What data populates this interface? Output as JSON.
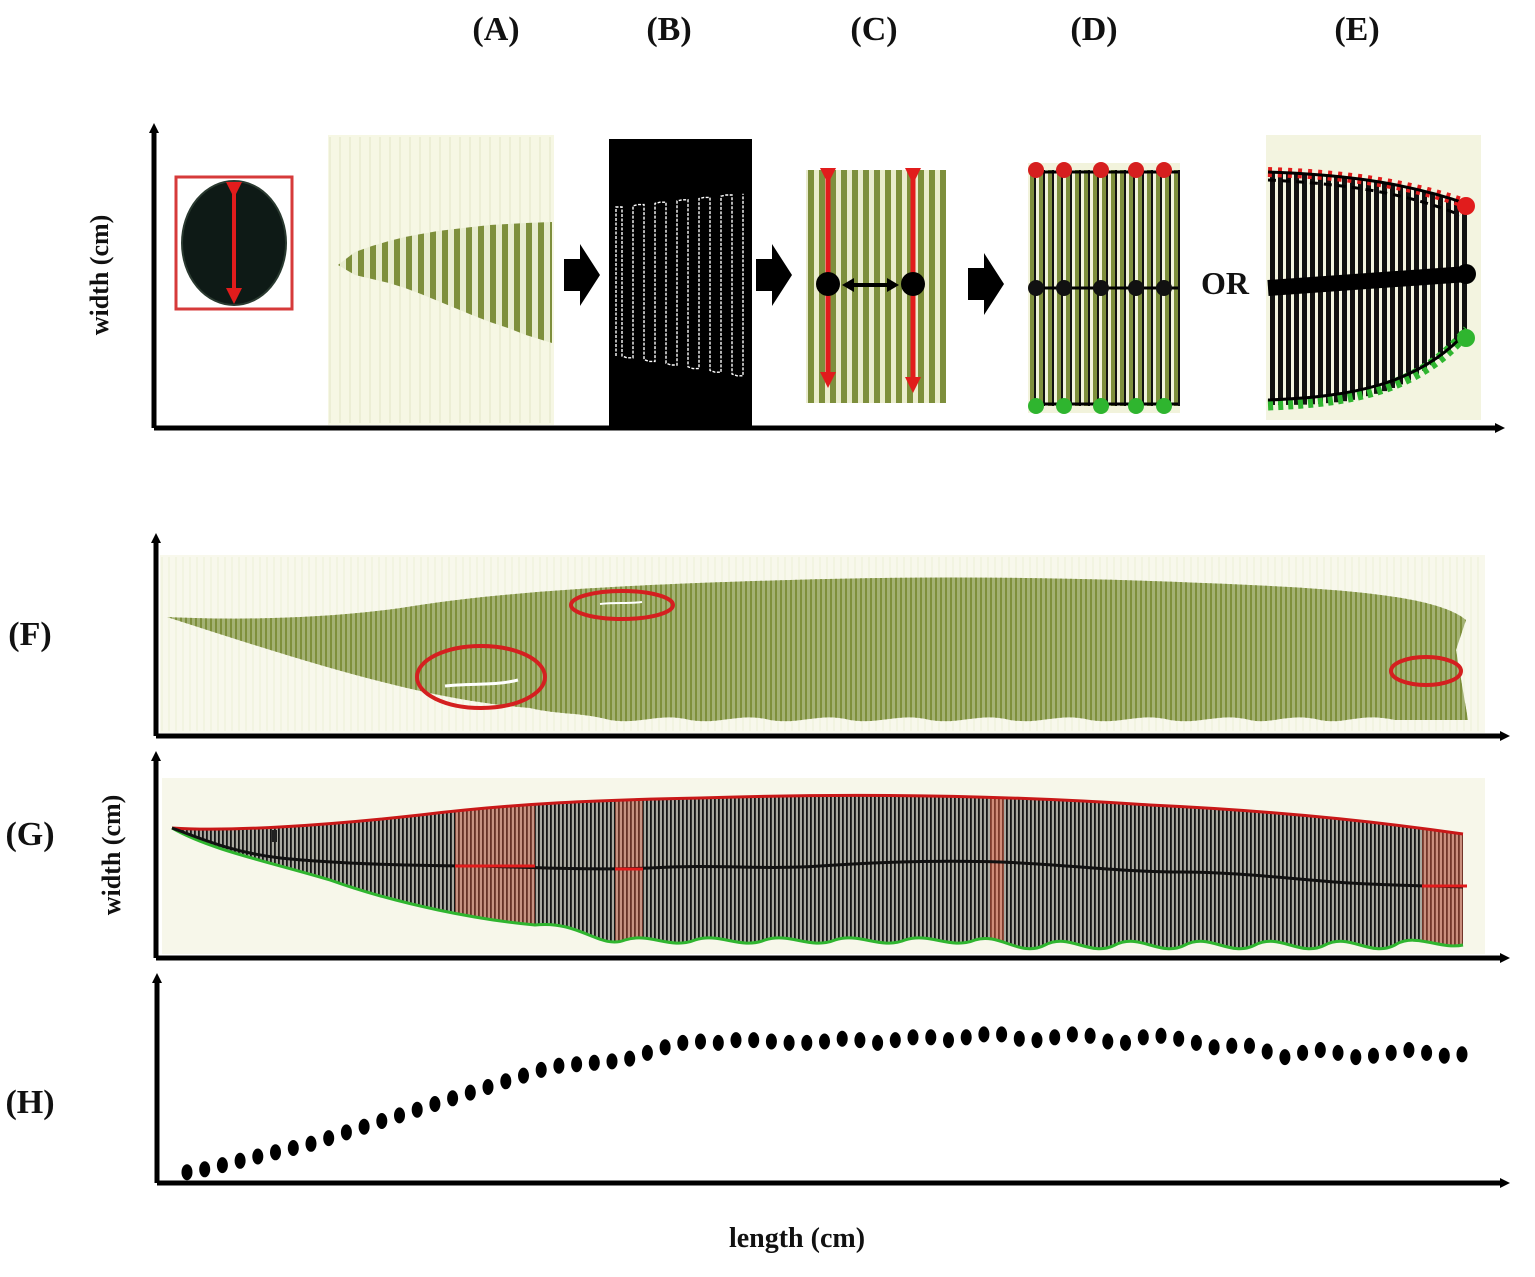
{
  "panel_labels": {
    "a": "(A)",
    "b": "(B)",
    "c": "(C)",
    "d": "(D)",
    "e": "(E)",
    "f": "(F)",
    "g": "(G)",
    "h": "(H)"
  },
  "or_text": "OR",
  "axis_labels": {
    "width_top": "width (cm)",
    "width_g": "width (cm)",
    "length": "length (cm)"
  },
  "colors": {
    "leaf_green": "#7e8f3c",
    "leaf_light": "#c6d3a2",
    "paper": "#f7f7ea",
    "edge_red": "#d61f1f",
    "edge_green": "#2fb52f",
    "midline": "#111111",
    "ellipse_red": "#d42020"
  },
  "icons": {
    "arrow": "right-arrow-icon",
    "double_arrow": "double-arrow-icon"
  },
  "width_profile_h": [
    0.02,
    0.04,
    0.07,
    0.1,
    0.13,
    0.16,
    0.19,
    0.22,
    0.26,
    0.3,
    0.34,
    0.38,
    0.42,
    0.46,
    0.5,
    0.54,
    0.58,
    0.62,
    0.66,
    0.7,
    0.74,
    0.77,
    0.78,
    0.79,
    0.8,
    0.82,
    0.86,
    0.9,
    0.93,
    0.94,
    0.93,
    0.95,
    0.95,
    0.94,
    0.93,
    0.93,
    0.94,
    0.96,
    0.95,
    0.93,
    0.95,
    0.97,
    0.97,
    0.95,
    0.97,
    0.99,
    0.99,
    0.96,
    0.95,
    0.97,
    0.99,
    0.98,
    0.94,
    0.93,
    0.97,
    0.98,
    0.96,
    0.93,
    0.9,
    0.91,
    0.91,
    0.87,
    0.83,
    0.86,
    0.88,
    0.86,
    0.83,
    0.84,
    0.86,
    0.88,
    0.86,
    0.84,
    0.85
  ]
}
